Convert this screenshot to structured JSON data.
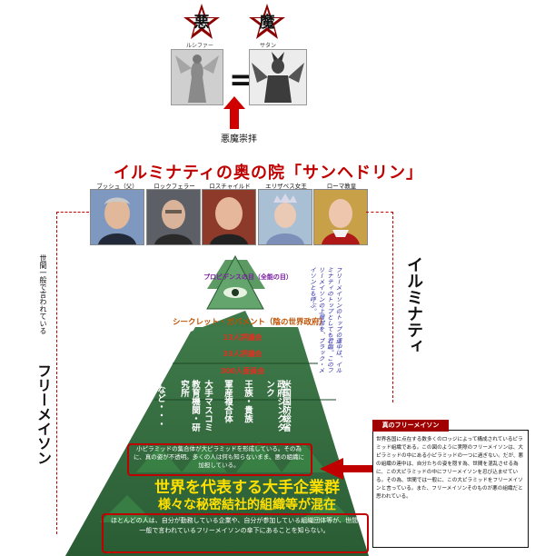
{
  "top": {
    "star_left_char": "悪",
    "star_left_label": "ルシファー",
    "star_right_char": "魔",
    "star_right_label": "サタン",
    "equals": "=",
    "worship_label": "悪魔崇拝"
  },
  "inner_sanctum_title": "イルミナティの奥の院「サンヘドリン」",
  "portraits": [
    {
      "name": "ブッシュ（父）"
    },
    {
      "name": "ロックフェラー"
    },
    {
      "name": "ロスチャイルド"
    },
    {
      "name": "エリザベス女王"
    },
    {
      "name": "ローマ教皇"
    }
  ],
  "side_labels": {
    "left_small": "世間一般で言われている",
    "left_big": "フリーメイソン",
    "right_big": "イルミナティ"
  },
  "blue_note": "フリーメイソンのトップの連中は、イルミナティのトップとしても君臨。このフリーメイソンの上層部を、ブラック・メイソンとも呼ぶ。",
  "pyramid": {
    "eye_label": "プロビデンスの目（全能の目）",
    "secret_gov": "シークレット・ガバメント（陰の世界政府）",
    "councils": [
      "13人評議会",
      "33人評議会",
      "300人委員会"
    ],
    "columns": [
      "米国国防総省",
      "政府シンクタンク",
      "王族・貴族",
      "軍産複合体",
      "大手マスコミ",
      "教育機関・研究所",
      "など・・・"
    ],
    "note_small": "小ピラミッドの集合体が大ピラミッドを形成している。その為に、真の姿が不透明。多くの人は何も知らないまま、悪の組織に加担している。",
    "big_line1": "世界を代表する大手企業群",
    "big_line2": "様々な秘密結社的組織等が混在",
    "note_bottom": "ほとんどの人は、自分が勤務している企業や、自分が参加している組織団体等が、世間一般で言われているフリーメイソンの傘下にあることを知らない。"
  },
  "sidebox": {
    "title": "真のフリーメイソン",
    "text": "世界各国に点在する数多くのロッジによって構成されているピラミッド組織である。この図のように実際のフリーメイソンは、大ピラミッドの中にある小ピラミッドの一つに過ぎない。だが、悪の組織の連中は、自分たちの姿を隠す為、世間を混乱させる為に、この大ピラミッドの中にフリーメイソンを忍び込ませている。その為、世間では一般に、この大ピラミッドをフリーメイソンと言っている。また、フリーメイソンそのものが悪の組織だと思われている。"
  },
  "colors": {
    "red": "#c00000",
    "pyramid_green": "#2f6a3a",
    "yellow": "#ffe000"
  }
}
